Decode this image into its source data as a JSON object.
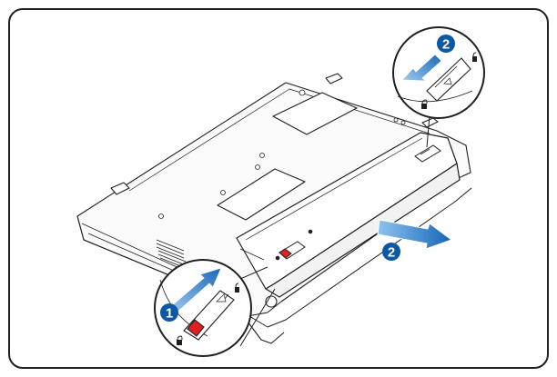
{
  "figure": {
    "step_labels": {
      "unlock_latch": "1",
      "hold_latch": "2",
      "remove_battery": "2"
    },
    "colors": {
      "outline": "#231f20",
      "step_badge": "#0a58a6",
      "arrow": "#1e7bc8",
      "lock_red": "#e02020",
      "callout_fill": "#ffffff"
    },
    "icons": [
      "lock-icon",
      "unlock-icon",
      "arrow-icon"
    ]
  }
}
